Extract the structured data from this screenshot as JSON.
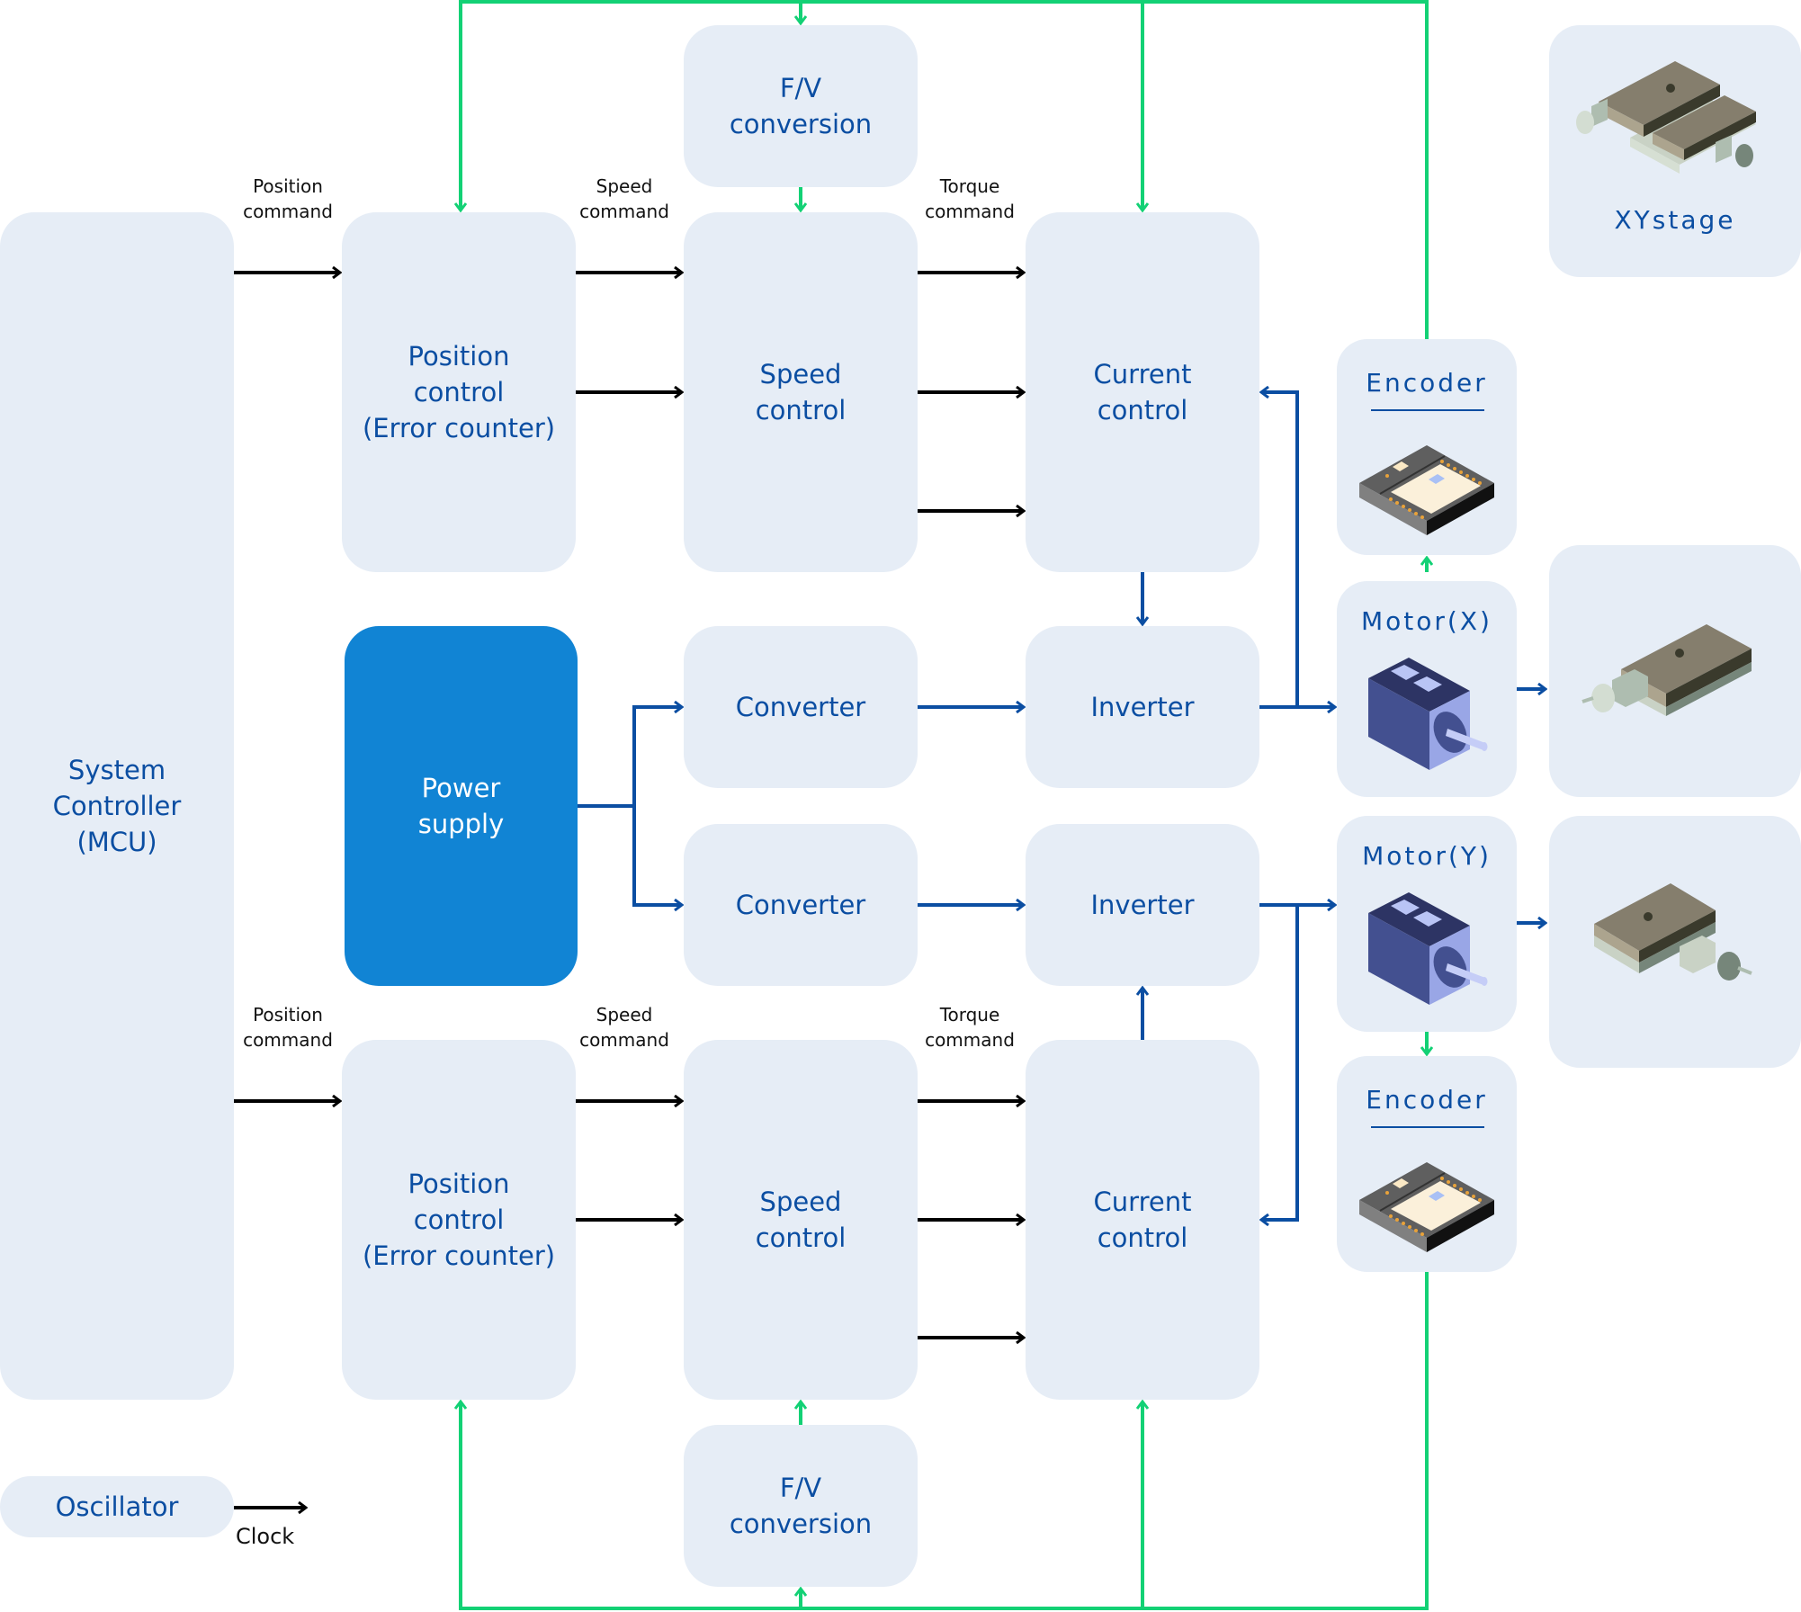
{
  "system_controller": {
    "lines": [
      "System",
      "Controller",
      "(MCU)"
    ]
  },
  "oscillator": {
    "label": "Oscillator",
    "signal_label": "Clock"
  },
  "power_supply": {
    "lines": [
      "Power",
      "supply"
    ]
  },
  "axis_x": {
    "position_command": [
      "Position",
      "command"
    ],
    "speed_command": [
      "Speed",
      "command"
    ],
    "torque_command": [
      "Torque",
      "command"
    ],
    "position_control": [
      "Position",
      "control",
      "(Error counter)"
    ],
    "speed_control": [
      "Speed",
      "control"
    ],
    "current_control": [
      "Current",
      "control"
    ],
    "fv_conversion": [
      "F/V",
      "conversion"
    ],
    "converter": "Converter",
    "inverter": "Inverter",
    "motor": "Motor(X)",
    "encoder": "Encoder"
  },
  "axis_y": {
    "position_command": [
      "Position",
      "command"
    ],
    "speed_command": [
      "Speed",
      "command"
    ],
    "torque_command": [
      "Torque",
      "command"
    ],
    "position_control": [
      "Position",
      "control",
      "(Error counter)"
    ],
    "speed_control": [
      "Speed",
      "control"
    ],
    "current_control": [
      "Current",
      "control"
    ],
    "fv_conversion": [
      "F/V",
      "conversion"
    ],
    "converter": "Converter",
    "inverter": "Inverter",
    "motor": "Motor(Y)",
    "encoder": "Encoder"
  },
  "xy_stage": {
    "label": "XYstage"
  },
  "colors": {
    "box_fill": "#e6edf6",
    "text_blue": "#0b4ea2",
    "power_fill": "#1184d4",
    "power_line": "#0b4ea2",
    "feedback_line": "#13d175",
    "signal_line": "#000000"
  }
}
